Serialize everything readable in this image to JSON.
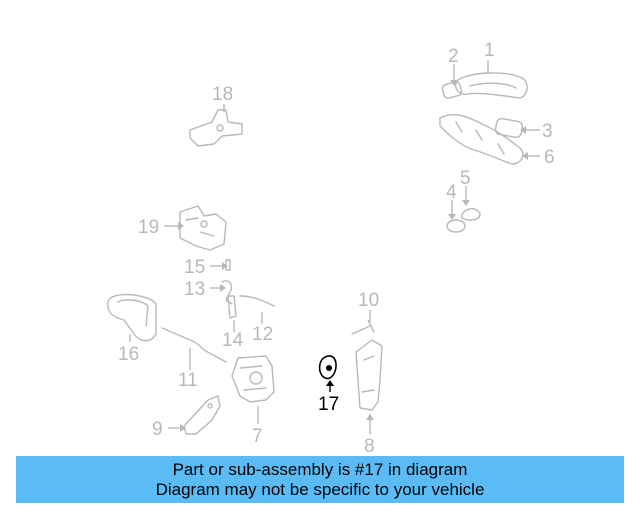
{
  "callouts": {
    "c1": "1",
    "c2": "2",
    "c3": "3",
    "c4": "4",
    "c5": "5",
    "c6": "6",
    "c7": "7",
    "c8": "8",
    "c9": "9",
    "c10": "10",
    "c11": "11",
    "c12": "12",
    "c13": "13",
    "c14": "14",
    "c15": "15",
    "c16": "16",
    "c17": "17",
    "c18": "18",
    "c19": "19"
  },
  "highlighted_part": "17",
  "banner": {
    "line1": "Part or sub-assembly is #17 in diagram",
    "line2": "Diagram may not be specific to your vehicle",
    "background": "#5bbcf5"
  },
  "colors": {
    "part_gray": "#b8b8b8",
    "highlight": "#000000"
  }
}
